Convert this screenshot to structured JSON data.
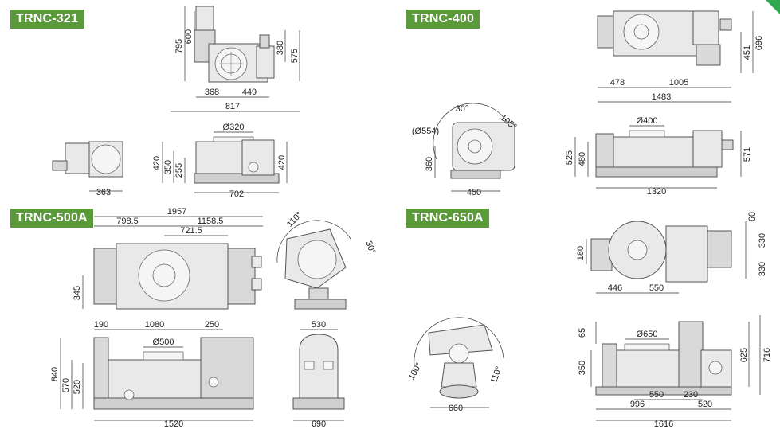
{
  "colors": {
    "tag_background": "#5b9a3a",
    "corner_tab": "#2fa84f"
  },
  "models": {
    "trnc321": {
      "name": "TRNC-321",
      "dims": {
        "d795": "795",
        "d600": "600",
        "d380": "380",
        "d575": "575",
        "d368": "368",
        "d449": "449",
        "d817": "817",
        "d363": "363",
        "d320": "Ø320",
        "d420a": "420",
        "d350": "350",
        "d255": "255",
        "d420b": "420",
        "d702": "702"
      }
    },
    "trnc400": {
      "name": "TRNC-400",
      "dims": {
        "d451": "451",
        "d696": "696",
        "d478": "478",
        "d1005": "1005",
        "d1483": "1483",
        "a30": "30°",
        "a105": "105°",
        "d554": "(Ø554)",
        "d360": "360",
        "d450": "450",
        "d400": "Ø400",
        "d525": "525",
        "d480": "480",
        "d571": "571",
        "d1320": "1320"
      }
    },
    "trnc500a": {
      "name": "TRNC-500A",
      "dims": {
        "d1957": "1957",
        "d798": "798.5",
        "d1158": "1158.5",
        "d721": "721.5",
        "d345": "345",
        "a110": "110°",
        "a30": "30°",
        "d190": "190",
        "d1080": "1080",
        "d250": "250",
        "d500": "Ø500",
        "d840": "840",
        "d570": "570",
        "d520": "520",
        "d1520": "1520",
        "d530": "530",
        "d690": "690"
      }
    },
    "trnc650a": {
      "name": "TRNC-650A",
      "dims": {
        "d60": "60",
        "d330a": "330",
        "d330b": "330",
        "d180": "180",
        "d446": "446",
        "d550a": "550",
        "a100": "100°",
        "a110": "110°",
        "d660": "660",
        "d65": "65",
        "d650": "Ø650",
        "d350": "350",
        "d625": "625",
        "d716": "716",
        "d550b": "550",
        "d230": "230",
        "d996": "996",
        "d520": "520",
        "d1616": "1616"
      }
    }
  }
}
